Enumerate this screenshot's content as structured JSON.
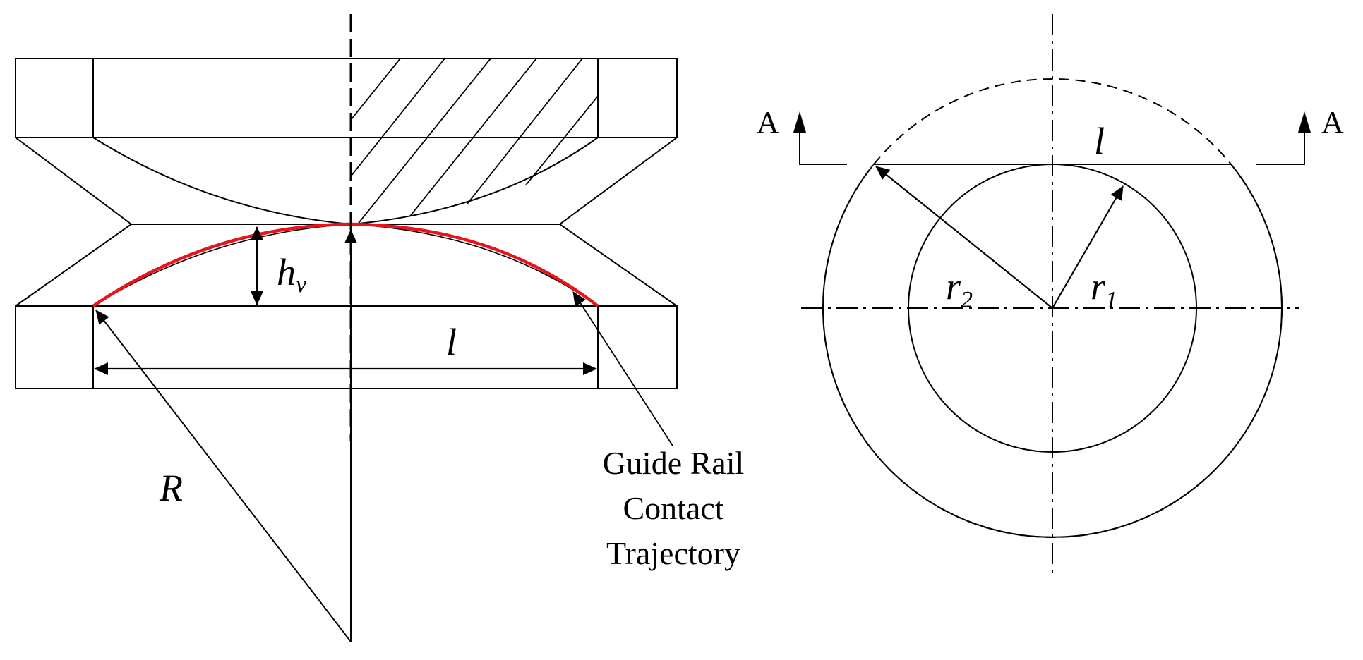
{
  "labels": {
    "h": "h",
    "h_sub": "v",
    "l_left": "l",
    "R": "R",
    "callout_line1": "Guide Rail",
    "callout_line2": "Contact",
    "callout_line3": "Trajectory",
    "section_left": "A",
    "section_right": "A",
    "l_right": "l",
    "r2": "r",
    "r2_sub": "2",
    "r1": "r",
    "r1_sub": "1"
  },
  "colors": {
    "line": "#000000",
    "contact_trajectory": "#e8141c"
  }
}
